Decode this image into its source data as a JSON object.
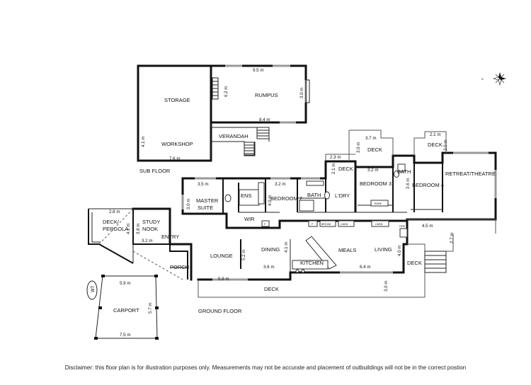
{
  "floors": {
    "sub_floor": "SUB FLOOR",
    "ground_floor": "GROUND FLOOR"
  },
  "rooms": {
    "storage": "STORAGE",
    "rumpus": "RUMPUS",
    "workshop": "WORKSHOP",
    "verandah": "VERANDAH",
    "deck": "DECK",
    "master_suite_1": "MASTER",
    "master_suite_2": "SUITE",
    "ens": "ENS",
    "bedroom2": "BEDROOM 2",
    "bath": "BATH",
    "ldry": "L'DRY",
    "bedroom3": "BEDROOM 3",
    "bedroom4": "BEDROOM 4",
    "retreat": "RETREAT/THEATRE",
    "wir": "WIR",
    "deck_pergola_1": "DECK/",
    "deck_pergola_2": "PERGOLA",
    "study_1": "STUDY",
    "study_2": "NOOK",
    "entry": "ENTRY",
    "lounge": "LOUNGE",
    "dining": "DINING",
    "meals": "MEALS",
    "living": "LIVING",
    "kitchen": "KITCHEN",
    "porch": "PORCH",
    "carport": "CARPORT"
  },
  "fixtures": {
    "p": "P",
    "broom": "BROOM",
    "linen": "LINEN",
    "robe": "ROBE",
    "wt": "WT",
    "fire": "FIRE"
  },
  "dimensions": {
    "rumpus_width": "9.5 m",
    "rumpus_depth": "6.2 m",
    "rumpus_side": "3.0 m",
    "rumpus_bottom": "8.4 m",
    "workshop_width": "7.6 m",
    "workshop_height": "4.1 m",
    "deck_top": "3.7 m",
    "deck_right": "2.1 m",
    "deck_right_depth": "2.0 m",
    "ldry_width": "2.3 m",
    "ldry_depth": "2.1 m",
    "bed3_side": "3.0 m",
    "bed3_width": "3.2 m",
    "bed4_side": "3.6 m",
    "master_width": "3.5 m",
    "master_depth": "3.0 m",
    "bed2_width": "3.2 m",
    "bed2_depth": "4.0 m",
    "pergola_width": "2.8 m",
    "study_width": "3.2 m",
    "study_depth": "4.1 m",
    "study_side": "3.8 m",
    "dining_depth": "5.2 m",
    "lounge_width": "5.9 m",
    "dining_width": "3.6 m",
    "kitchen_depth": "4.1 m",
    "living_width": "6.4 m",
    "living_depth": "4.0 m",
    "retreat_deck": "4.5 m",
    "rear_deck": "2.7 m",
    "front_deck": "3.0 m",
    "carport_top": "5.9 m",
    "carport_side": "5.7 m",
    "carport_bottom": "7.5 m"
  },
  "compass": "N",
  "disclaimer": "Disclaimer: this floor plan is for illustration purposes only. Measurements may not be accurate and placement of outbuildings will not be in the correct postion"
}
